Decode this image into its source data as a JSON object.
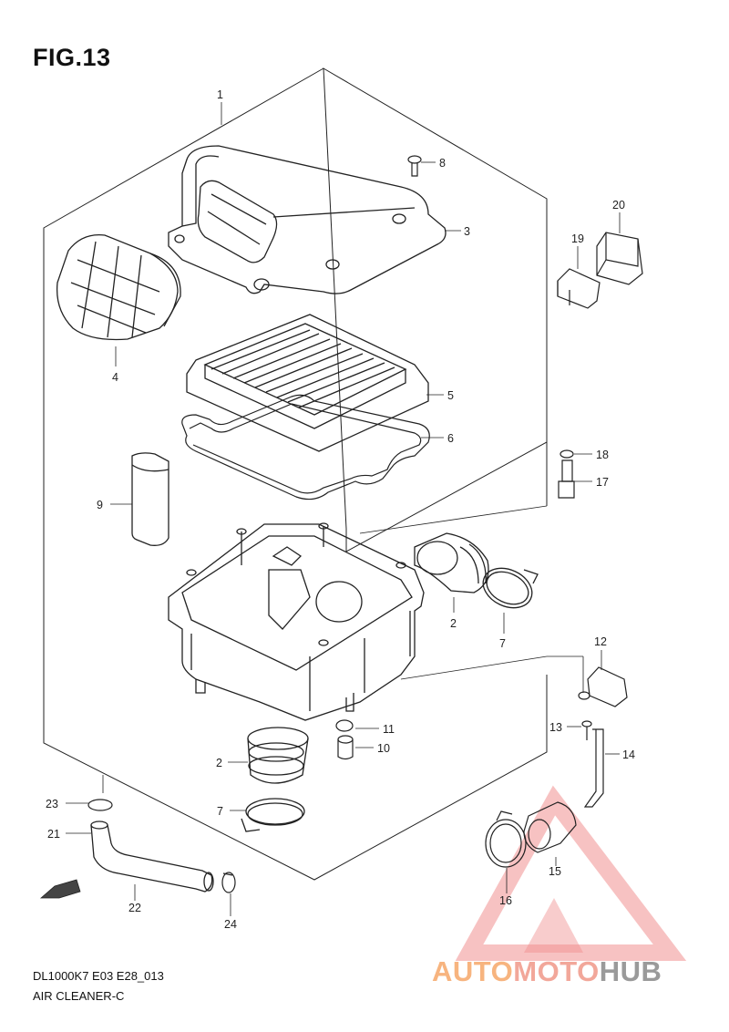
{
  "figure": {
    "title": "FIG.13"
  },
  "callouts": [
    "1",
    "2",
    "3",
    "4",
    "5",
    "6",
    "7",
    "8",
    "9",
    "10",
    "11",
    "12",
    "13",
    "14",
    "15",
    "16",
    "17",
    "18",
    "19",
    "20",
    "21",
    "22",
    "23",
    "24",
    "2",
    "7"
  ],
  "footer": {
    "model_code": "DL1000K7 E03 E28_013",
    "section_name": "AIR CLEANER-C"
  },
  "watermark": {
    "text_parts": [
      "AUTO",
      "MOTO",
      "HUB"
    ],
    "colors": {
      "auto": "#f7b47f",
      "moto": "#f2a79a",
      "hub": "#9a9a9a",
      "triangle": "#f08f8f"
    }
  },
  "icons": {
    "fwd_arrow": "FWD",
    "fwd_arrow_icon": "fwd-arrow-icon"
  }
}
